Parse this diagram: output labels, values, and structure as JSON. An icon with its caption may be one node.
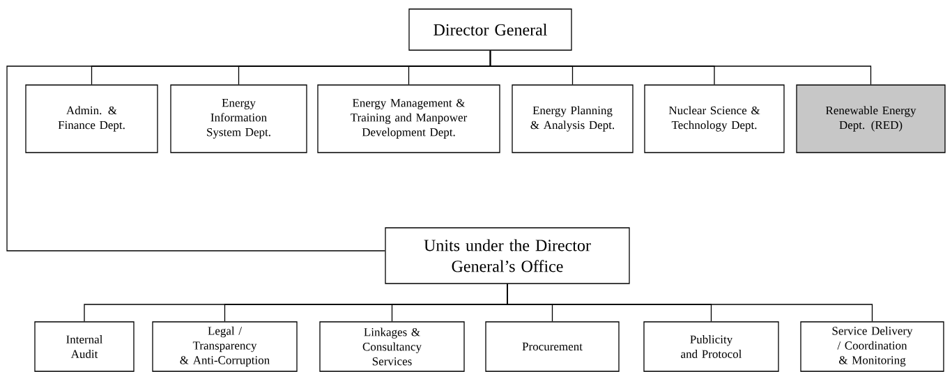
{
  "diagram": {
    "nodes": [
      {
        "text": [
          "Director General"
        ]
      },
      {
        "text": [
          "Admin. & Finance Dept."
        ]
      },
      {
        "text": [
          "Energy Information System Dept."
        ]
      },
      {
        "text": [
          "Energy Management & Training and Manpower Development Dept."
        ]
      },
      {
        "text": [
          "Energy Planning & Analysis Dept."
        ]
      },
      {
        "text": [
          "Nuclear Science & Technology Dept."
        ]
      },
      {
        "text": [
          "Renewable Energy Dept. (RED)"
        ]
      },
      {
        "text": [
          "Units under the Director General’s Office"
        ]
      },
      {
        "text": [
          "Internal Audit"
        ]
      },
      {
        "text": [
          "Legal / Transparency & Anti-Corruption"
        ]
      },
      {
        "text": [
          "Linkages & Consultancy Services"
        ]
      },
      {
        "text": [
          "Procurement"
        ]
      },
      {
        "text": [
          "Publicity and Protocol"
        ]
      },
      {
        "text": [
          "Service Delivery / Coordination & Monitoring"
        ]
      }
    ],
    "edges": [
      {
        "from": 0,
        "to": 1,
        "arrow": "none"
      },
      {
        "from": 0,
        "to": 2,
        "arrow": "none"
      },
      {
        "from": 0,
        "to": 3,
        "arrow": "none"
      },
      {
        "from": 0,
        "to": 4,
        "arrow": "none"
      },
      {
        "from": 0,
        "to": 5,
        "arrow": "none"
      },
      {
        "from": 0,
        "to": 6,
        "arrow": "none"
      },
      {
        "from": 0,
        "to": 7,
        "arrow": "none"
      },
      {
        "from": 7,
        "to": 8,
        "arrow": "none"
      },
      {
        "from": 7,
        "to": 9,
        "arrow": "none"
      },
      {
        "from": 7,
        "to": 10,
        "arrow": "none"
      },
      {
        "from": 7,
        "to": 11,
        "arrow": "none"
      },
      {
        "from": 7,
        "to": 12,
        "arrow": "none"
      },
      {
        "from": 7,
        "to": 13,
        "arrow": "none"
      }
    ]
  }
}
